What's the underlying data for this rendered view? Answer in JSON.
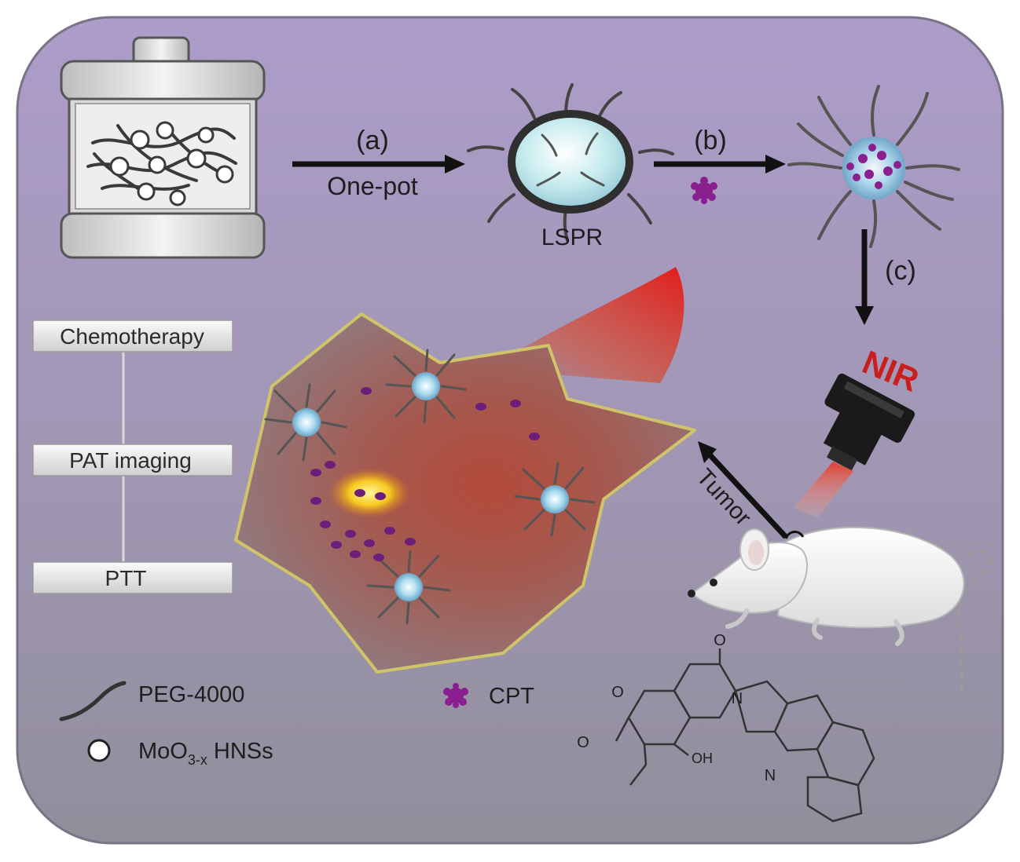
{
  "steps": {
    "a_label": "(a)",
    "a_sub": "One-pot",
    "b_label": "(b)",
    "c_label": "(c)"
  },
  "lspr_label": "LSPR",
  "nir_label": "NIR",
  "tumor_label": "Tumor",
  "therapies": [
    "Chemotherapy",
    "PAT imaging",
    "PTT"
  ],
  "legend": {
    "peg": "PEG-4000",
    "cpt": "CPT",
    "hns_prefix": "MoO",
    "hns_sub": "3-x",
    "hns_suffix": " HNSs"
  },
  "molecule": {
    "atom_o1": "O",
    "atom_o2": "O",
    "atom_o3": "O",
    "atom_oh": "OH",
    "atom_n1": "N",
    "atom_n2": "N"
  },
  "colors": {
    "panel_top": "#a89ac4",
    "panel_bottom": "#8f8c9a",
    "nir_red": "#c81e1e",
    "cpt_purple": "#8a1f8f",
    "tumor_core": "#b8483a"
  }
}
